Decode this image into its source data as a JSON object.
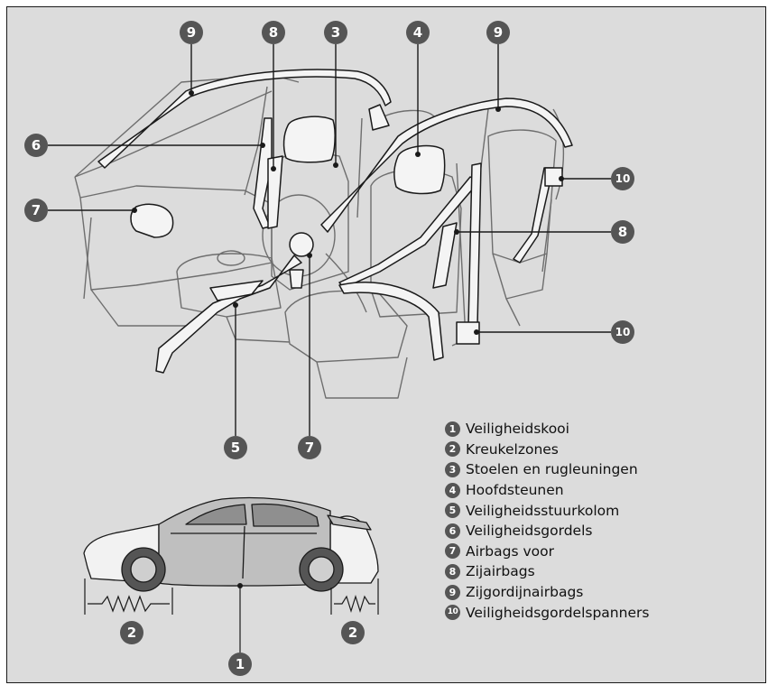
{
  "callouts": {
    "m1": "1",
    "m2a": "2",
    "m2b": "2",
    "m3": "3",
    "m4": "4",
    "m5": "5",
    "m6": "6",
    "m7a": "7",
    "m7b": "7",
    "m8a": "8",
    "m8b": "8",
    "m9a": "9",
    "m9b": "9",
    "m10a": "10",
    "m10b": "10"
  },
  "legend": [
    {
      "num": "1",
      "label": "Veiligheidskooi"
    },
    {
      "num": "2",
      "label": "Kreukelzones"
    },
    {
      "num": "3",
      "label": "Stoelen en rugleuningen"
    },
    {
      "num": "4",
      "label": "Hoofdsteunen"
    },
    {
      "num": "5",
      "label": "Veiligheidsstuurkolom"
    },
    {
      "num": "6",
      "label": "Veiligheidsgordels"
    },
    {
      "num": "7",
      "label": "Airbags voor"
    },
    {
      "num": "8",
      "label": "Zijairbags"
    },
    {
      "num": "9",
      "label": "Zijgordijnairbags"
    },
    {
      "num": "10",
      "label": "Veiligheidsgordelspanners"
    }
  ],
  "colors": {
    "panel": "#dcdcdc",
    "marker": "#555555",
    "line": "#1a1a1a",
    "interior_line": "#6e6e6e",
    "component_fill": "#f4f4f4",
    "car_body": "#bfbfbf",
    "crumple_zone": "#f2f2f2"
  }
}
